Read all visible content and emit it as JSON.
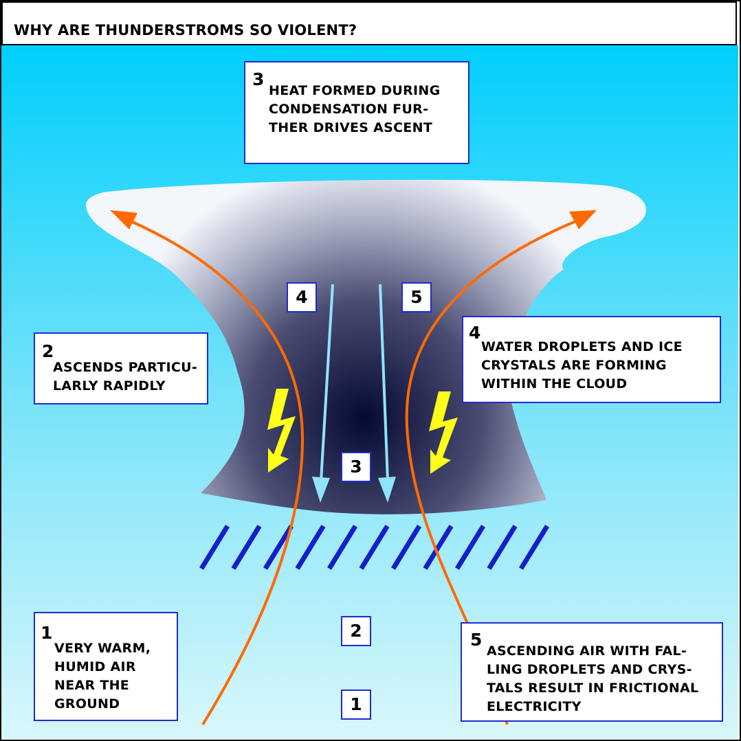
{
  "title": "WHY ARE THUNDERSTROMS SO VIOLENT?",
  "colors": {
    "sky_top": "#00cffc",
    "sky_bottom": "#d9f7fb",
    "cloud_core": "#050a33",
    "cloud_edge": "#f3f6fb",
    "updraft_arrow": "#ff6a00",
    "downdraft_arrow": "#8fe3f8",
    "lightning": "#ffff1a",
    "hatch": "#1320c8",
    "box_border": "#1f2bd0"
  },
  "callouts": [
    {
      "number": "1",
      "text": "VERY WARM,\nHUMID AIR\nNEAR THE\nGROUND"
    },
    {
      "number": "2",
      "text": "ASCENDS PARTICU-\nLARLY RAPIDLY"
    },
    {
      "number": "3",
      "text": "HEAT FORMED DURING\nCONDENSATION FUR-\nTHER DRIVES ASCENT"
    },
    {
      "number": "4",
      "text": "WATER DROPLETS AND ICE\nCRYSTALS ARE FORMING\nWITHIN THE CLOUD"
    },
    {
      "number": "5",
      "text": "ASCENDING AIR WITH FAL-\nLING DROPLETS AND CRYS-\nTALS RESULT IN FRICTIONAL\nELECTRICITY"
    }
  ],
  "diagram_tags": [
    "1",
    "2",
    "3",
    "4",
    "5"
  ],
  "icons": [
    "lightning-bolt-icon",
    "arrow-icon"
  ]
}
